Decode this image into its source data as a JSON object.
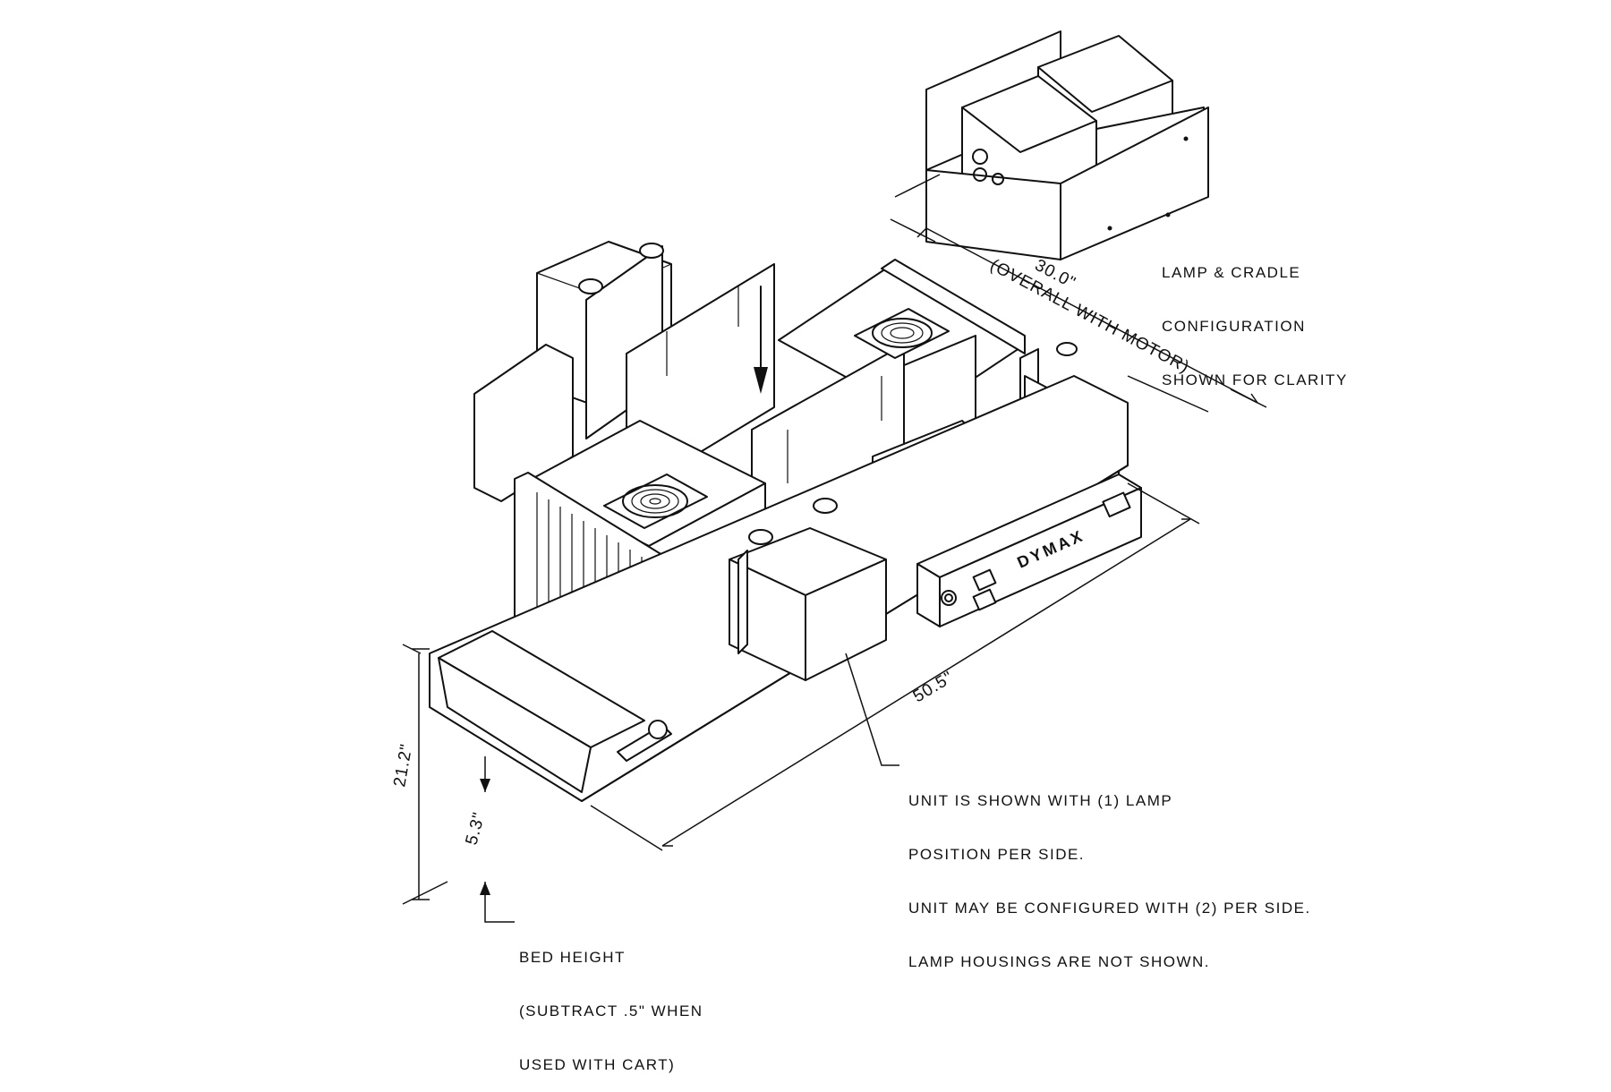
{
  "notes": {
    "lamp_cradle": [
      "LAMP & CRADLE",
      "CONFIGURATION",
      "SHOWN FOR CLARITY"
    ],
    "unit_shown": [
      "UNIT IS SHOWN WITH (1) LAMP",
      "POSITION PER SIDE.",
      "UNIT MAY BE CONFIGURED WITH (2) PER SIDE.",
      "LAMP HOUSINGS ARE NOT SHOWN."
    ],
    "bed_height": [
      "BED HEIGHT",
      "(SUBTRACT .5\" WHEN",
      "USED WITH CART)"
    ]
  },
  "dimensions": {
    "overall_length": "30.0\"",
    "overall_length_note": "(OVERALL WITH MOTOR)",
    "length": "50.5\"",
    "height": "21.2\"",
    "bed": "5.3\""
  },
  "brand": "DYMAX"
}
